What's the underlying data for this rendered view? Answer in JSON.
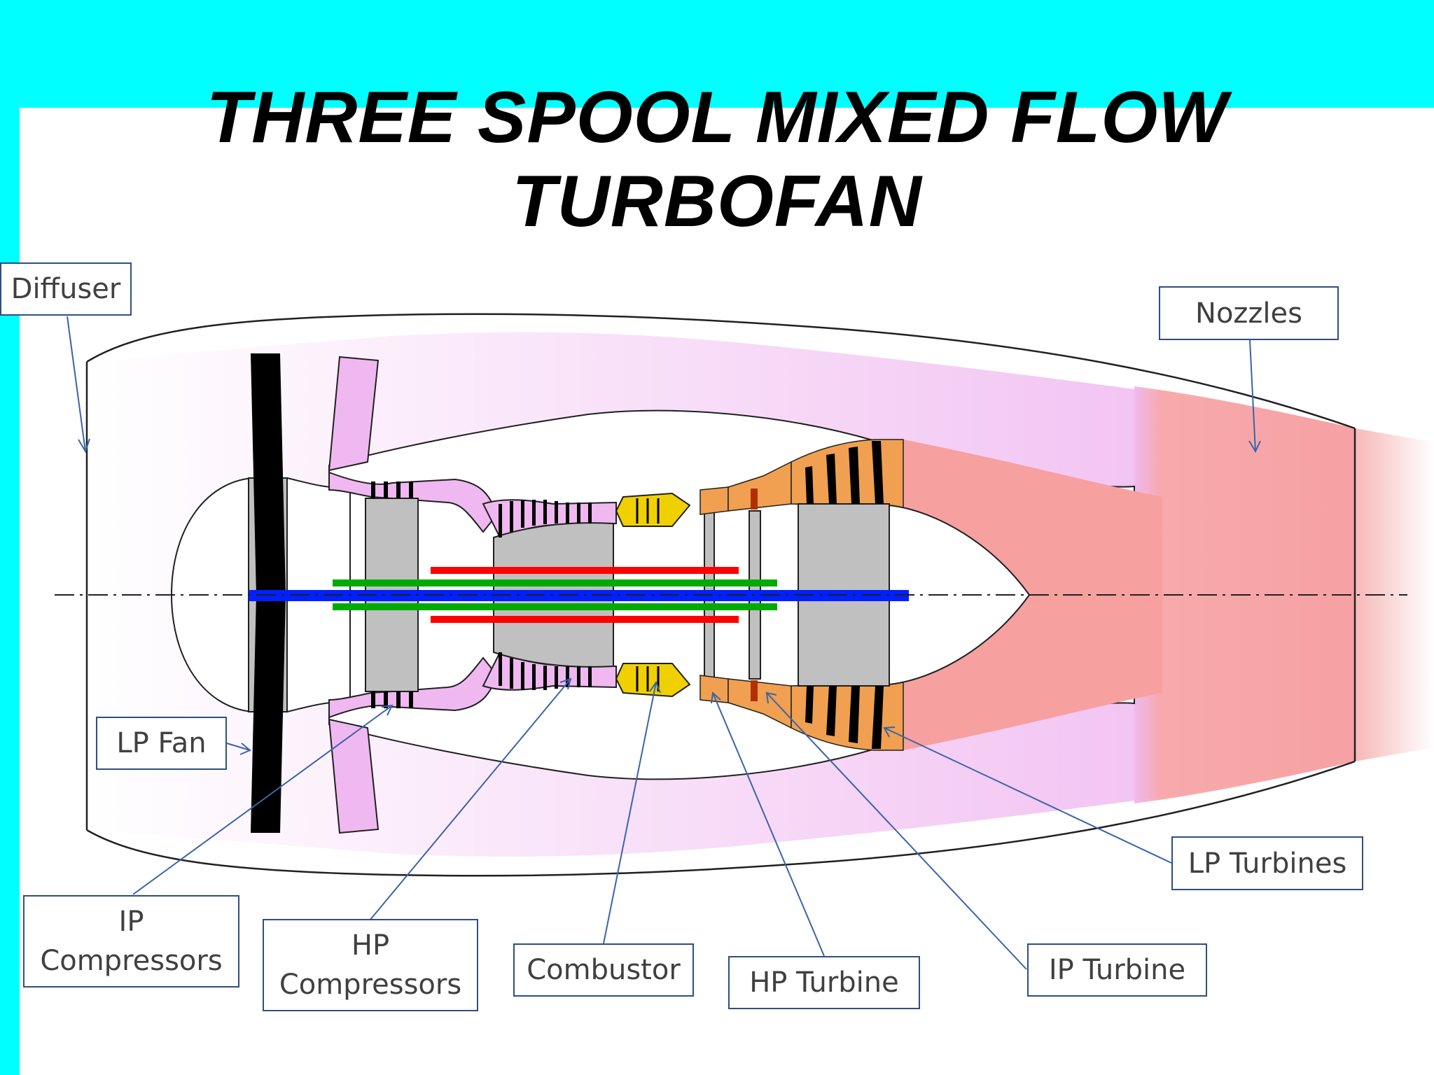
{
  "title": {
    "line1": "THREE SPOOL MIXED FLOW",
    "line2": "TURBOFAN"
  },
  "colors": {
    "background_accent": "#00ffff",
    "bypass_duct": "#f0b8f0",
    "exhaust": "#f7a0a0",
    "combustor": "#f0d000",
    "turbine": "#f0a050",
    "lp_shaft": "#0020ff",
    "ip_shaft": "#00aa00",
    "hp_shaft": "#ff0000",
    "leader_line": "#3a64a8"
  },
  "labels": {
    "diffuser": "Diffuser",
    "nozzles": "Nozzles",
    "lp_fan": "LP Fan",
    "ip_compressors_line1": "IP",
    "ip_compressors_line2": "Compressors",
    "hp_compressors_line1": "HP",
    "hp_compressors_line2": "Compressors",
    "combustor": "Combustor",
    "hp_turbine": "HP Turbine",
    "ip_turbine": "IP Turbine",
    "lp_turbines": "LP Turbines"
  }
}
